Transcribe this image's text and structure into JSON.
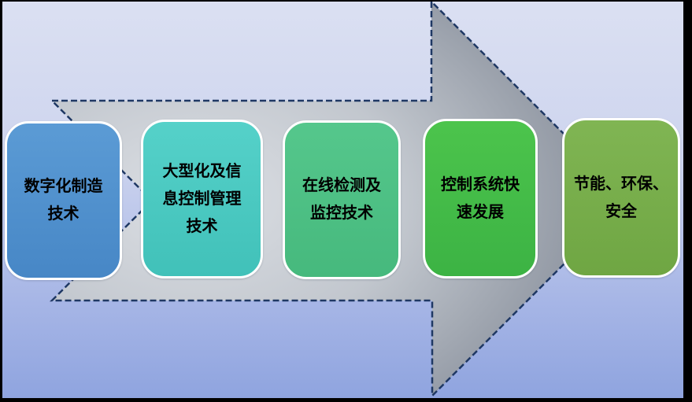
{
  "background": {
    "top_color": "#DBE0F2",
    "bottom_color": "#8FA4DF",
    "frame_color": "#000000"
  },
  "arrow": {
    "name": "technology-trend-arrow",
    "direction": "right",
    "fill_center": "#DCDFE4",
    "fill_edge": "#8A919D",
    "border_color": "#1F3864",
    "border_style": "dashed"
  },
  "stages": [
    {
      "id": "digital-manufacturing",
      "label": "数字化制造\n技术",
      "fill_top": "#5B9BD5",
      "fill_bottom": "#4787C6"
    },
    {
      "id": "large-scale-info-control",
      "label": "大型化及信\n息控制管理\n技术",
      "fill_top": "#55D1C9",
      "fill_bottom": "#41C1B9"
    },
    {
      "id": "online-detection-monitoring",
      "label": "在线检测及\n监控技术",
      "fill_top": "#55C78C",
      "fill_bottom": "#46B97D"
    },
    {
      "id": "control-system-rapid-development",
      "label": "控制系统快\n速发展",
      "fill_top": "#4CC44C",
      "fill_bottom": "#3CB344"
    },
    {
      "id": "energy-saving-env-safety",
      "label": "节能、环保、\n安全",
      "fill_top": "#80B553",
      "fill_bottom": "#6FA643"
    }
  ]
}
